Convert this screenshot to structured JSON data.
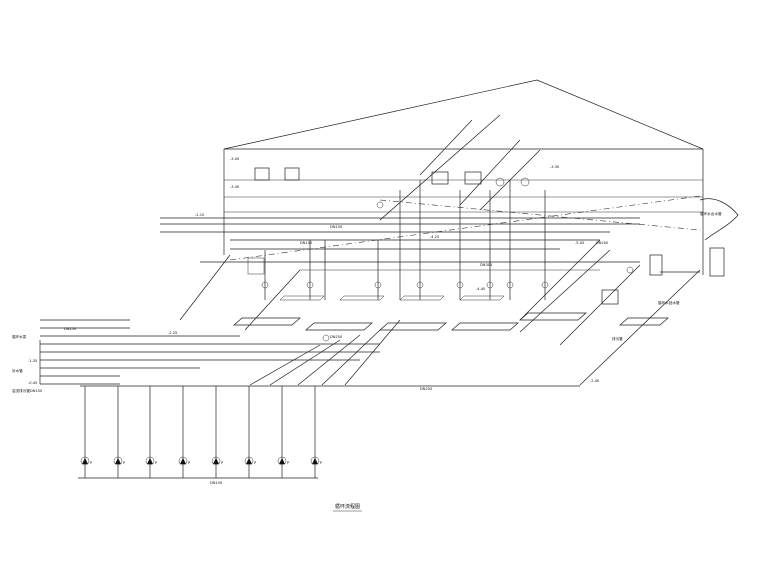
{
  "drawing": {
    "title": "循环流程图",
    "pipe_sizes": {
      "dn150": "DN150",
      "dn200": "DN200",
      "dn250": "DN250",
      "dn300": "DN300",
      "dn100": "DN100"
    },
    "elevations": {
      "a": "-2.25",
      "b": "-3.00",
      "c": "-3.40",
      "d": "-4.25",
      "e": "-3.30",
      "f": "-4.40",
      "g": "-2.10",
      "h": "-5.00",
      "i": "-2.40",
      "j": "-1.35",
      "k": "-0.45"
    },
    "pump_label": "P",
    "left_labels": [
      "循环水泵",
      "补水管",
      "溢流排污管"
    ],
    "right_labels": [
      "循环水出水管",
      "循环水回水管",
      "排污管"
    ]
  }
}
